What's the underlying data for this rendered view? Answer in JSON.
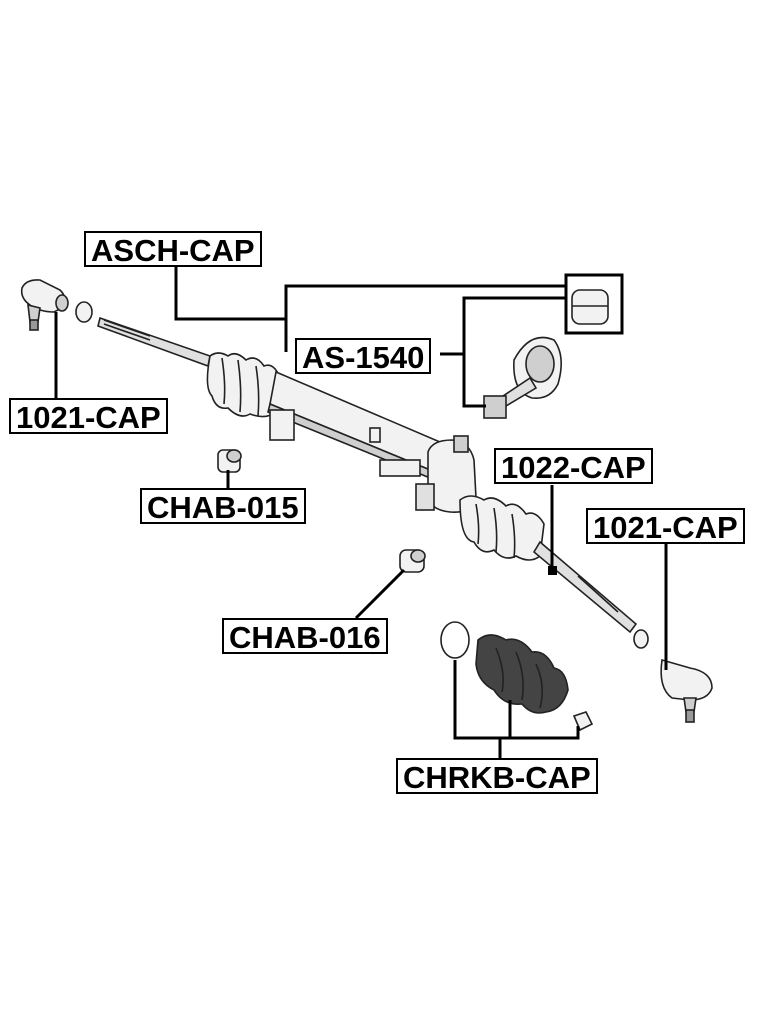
{
  "labels": {
    "asch": "ASCH-CAP",
    "as1540": "AS-1540",
    "tie_rod_end_left": "1021-CAP",
    "tie_rod_end_right": "1021-CAP",
    "inner_tie_rod": "1022-CAP",
    "bushing_015": "CHAB-015",
    "bushing_016": "CHAB-016",
    "boot_kit": "CHRKB-CAP"
  },
  "colors": {
    "line": "#000000",
    "part_fill": "#f2f2f2",
    "part_shade": "#cfcfcf",
    "part_stroke": "#222222"
  }
}
